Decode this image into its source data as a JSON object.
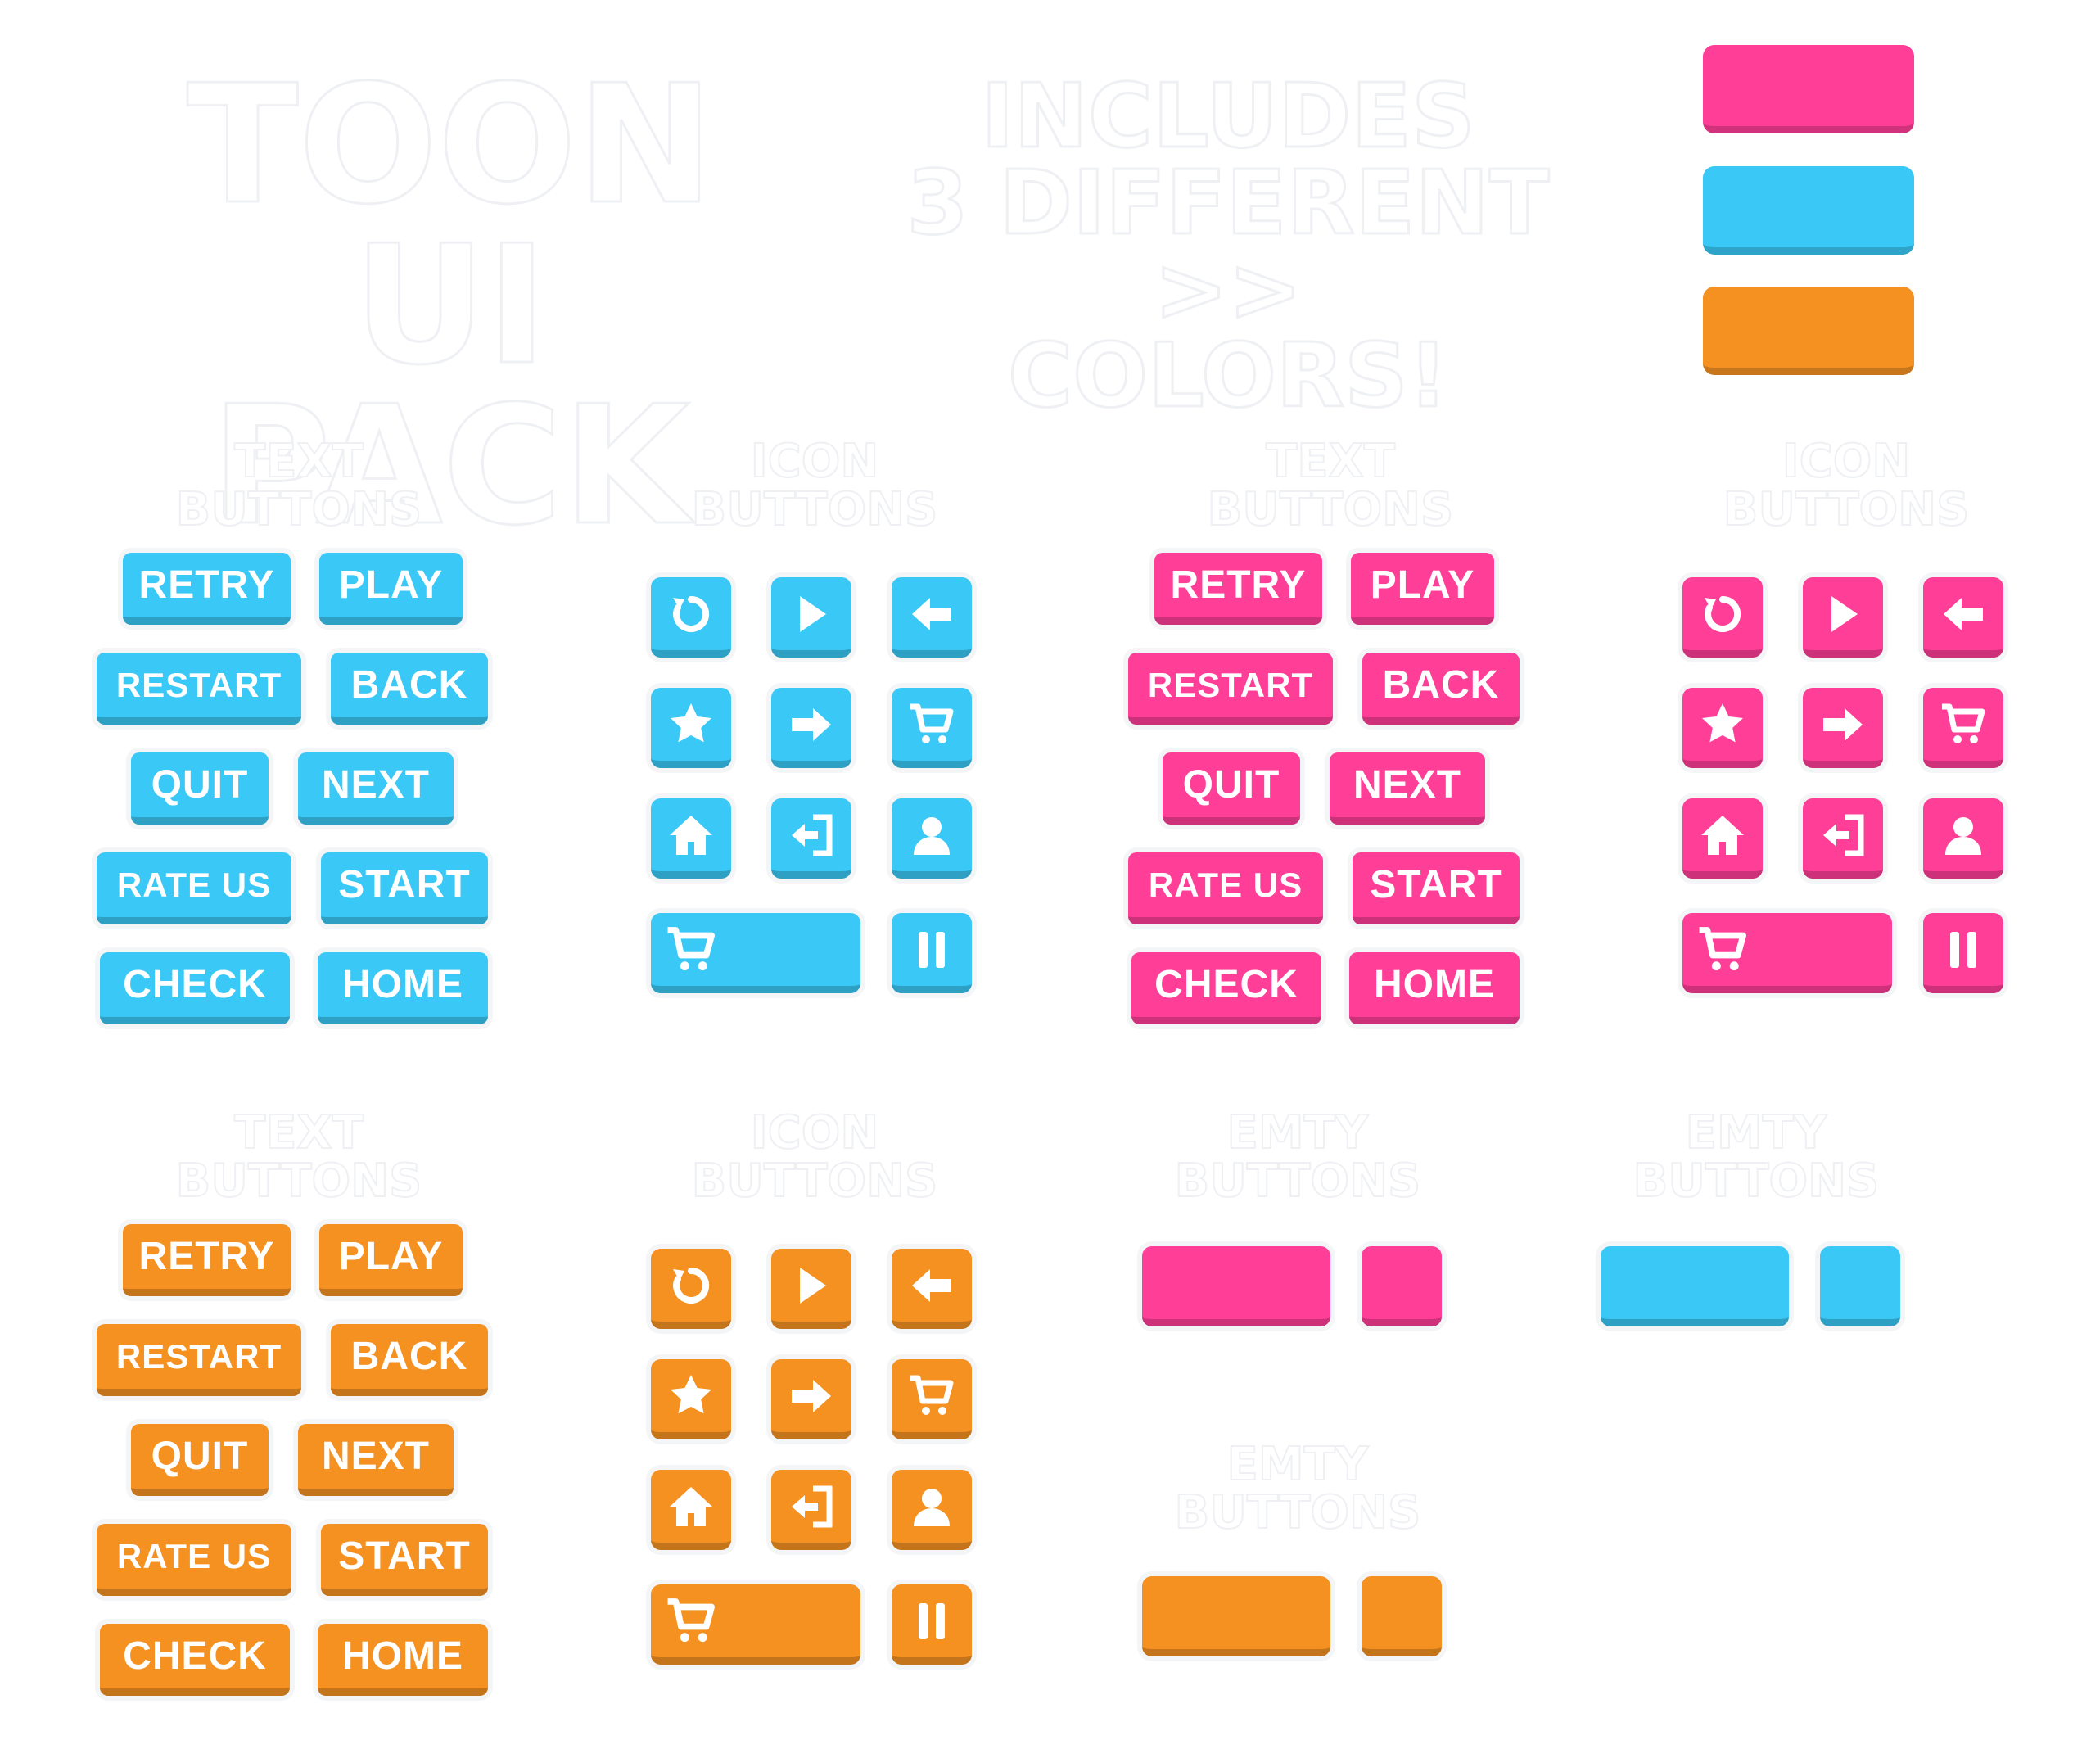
{
  "header": {
    "title_line1": "TOON",
    "title_line2": "UI PACK",
    "includes_line1": "INCLUDES",
    "includes_line2": "3 DIFFERENT >>",
    "includes_line3": "COLORS!"
  },
  "colors": {
    "blue": "#3ac8f6",
    "pink": "#ff3e98",
    "orange": "#f59121"
  },
  "sections": {
    "s1_line1": "TEXT",
    "s1_line2": "BUTTONS",
    "s2_line1": "ICON",
    "s2_line2": "BUTTONS",
    "s3_line1": "TEXT",
    "s3_line2": "BUTTONS",
    "s4_line1": "ICON",
    "s4_line2": "BUTTONS",
    "s5_line1": "TEXT",
    "s5_line2": "BUTTONS",
    "s6_line1": "ICON",
    "s6_line2": "BUTTONS",
    "s7_line1": "EMTY",
    "s7_line2": "BUTTONS",
    "s8_line1": "EMTY",
    "s8_line2": "BUTTONS",
    "s9_line1": "EMTY",
    "s9_line2": "BUTTONS"
  },
  "text_buttons": {
    "retry": "RETRY",
    "play": "PLAY",
    "restart": "RESTART",
    "back": "BACK",
    "quit": "QUIT",
    "next": "NEXT",
    "rate_us": "RATE US",
    "start": "START",
    "check": "CHECK",
    "home": "HOME"
  },
  "icons": [
    "retry-icon",
    "play-icon",
    "arrow-left-icon",
    "star-icon",
    "arrow-right-icon",
    "cart-icon",
    "home-icon",
    "exit-icon",
    "user-icon",
    "cart-icon",
    "pause-icon"
  ]
}
